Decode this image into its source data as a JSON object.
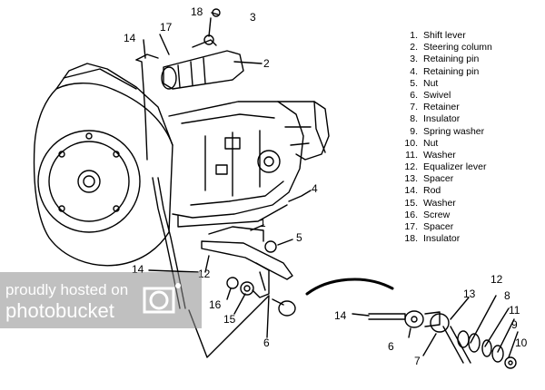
{
  "legend": [
    {
      "num": "1.",
      "label": "Shift lever"
    },
    {
      "num": "2.",
      "label": "Steering column"
    },
    {
      "num": "3.",
      "label": "Retaining pin"
    },
    {
      "num": "4.",
      "label": "Retaining pin"
    },
    {
      "num": "5.",
      "label": "Nut"
    },
    {
      "num": "6.",
      "label": "Swivel"
    },
    {
      "num": "7.",
      "label": "Retainer"
    },
    {
      "num": "8.",
      "label": "Insulator"
    },
    {
      "num": "9.",
      "label": "Spring washer"
    },
    {
      "num": "10.",
      "label": "Nut"
    },
    {
      "num": "11.",
      "label": "Washer"
    },
    {
      "num": "12.",
      "label": "Equalizer lever"
    },
    {
      "num": "13.",
      "label": "Spacer"
    },
    {
      "num": "14.",
      "label": "Rod"
    },
    {
      "num": "15.",
      "label": "Washer"
    },
    {
      "num": "16.",
      "label": "Screw"
    },
    {
      "num": "17.",
      "label": "Spacer"
    },
    {
      "num": "18.",
      "label": "Insulator"
    }
  ],
  "callouts": {
    "c18": "18",
    "c3": "3",
    "c17": "17",
    "c14a": "14",
    "c2": "2",
    "c4": "4",
    "c1": "1",
    "c5": "5",
    "c14b": "14",
    "c12a": "12",
    "c16": "16",
    "c15": "15",
    "c6a": "6",
    "c12b": "12",
    "c13": "13",
    "c8": "8",
    "c14c": "14",
    "c11": "11",
    "c9": "9",
    "c6b": "6",
    "c10": "10",
    "c7": "7"
  },
  "watermark": {
    "line1": "proudly hosted on",
    "line2": "photobucket",
    "icon": "camera-lens-icon"
  },
  "colors": {
    "ink": "#000000",
    "paper": "#ffffff",
    "watermark": "#8c8c8c"
  }
}
